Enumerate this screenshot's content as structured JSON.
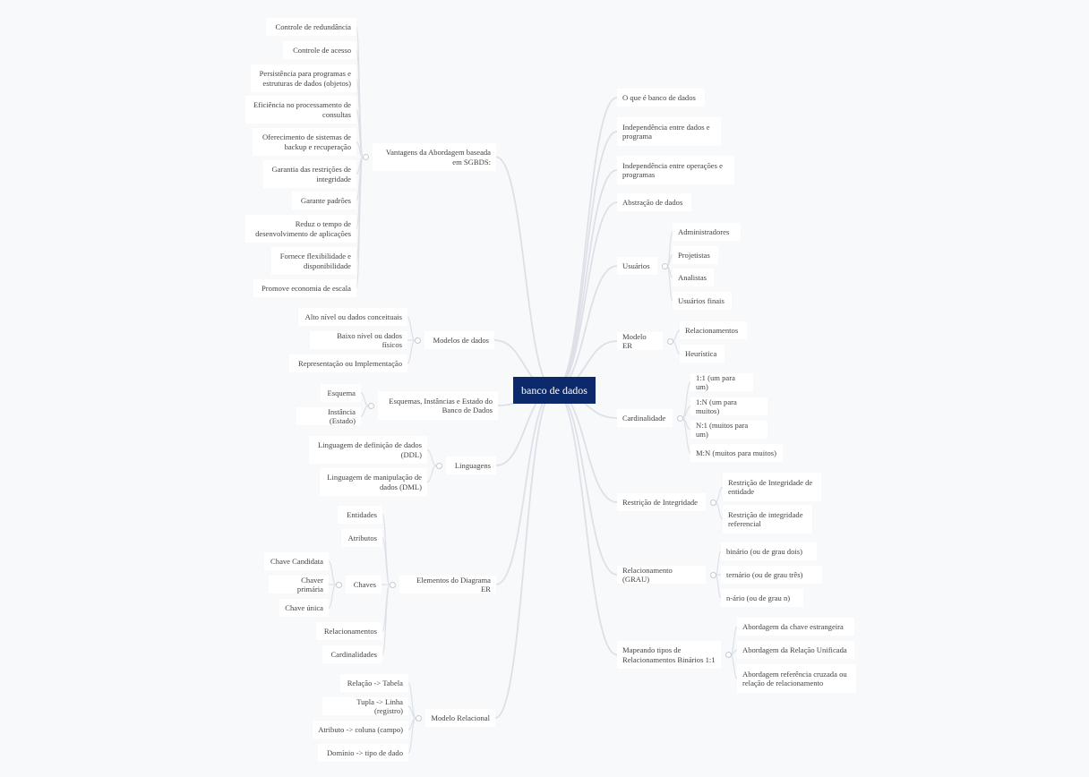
{
  "root": {
    "label": "banco de dados"
  },
  "left": [
    {
      "label": "Vantagens da Abordagem baseada em SGBDS:",
      "children": [
        "Controle de redundância",
        "Controle de acesso",
        "Persistência para programas e estruturas de dados (objetos)",
        "Eficiência no processamento de consultas",
        "Oferecimento de sistemas de backup e recuperação",
        "Garantia das restrições de integridade",
        "Garante padrões",
        "Reduz o tempo de desenvolvimento de aplicações",
        "Fornece flexibilidade e disponibilidade",
        "Promove economia de escala"
      ]
    },
    {
      "label": "Modelos de dados",
      "children": [
        "Alto nível ou dados conceituais",
        "Baixo nível ou dados físicos",
        "Representação ou Implementação"
      ]
    },
    {
      "label": "Esquemas, Instâncias e Estado do Banco de Dados",
      "children": [
        "Esquema",
        "Instância (Estado)"
      ]
    },
    {
      "label": "Linguagens",
      "children": [
        "Linguagem de definição de dados (DDL)",
        "Linguagem de manipulação de dados (DML)"
      ]
    },
    {
      "label": "Elementos do Diagrama ER",
      "children": [
        "Entidades",
        "Atributos",
        {
          "label": "Chaves",
          "children": [
            "Chave Candidata",
            "Chaver primária",
            "Chave única"
          ]
        },
        "Relacionamentos",
        "Cardinalidades"
      ]
    },
    {
      "label": "Modelo Relacional",
      "children": [
        "Relação -> Tabela",
        "Tupla -> Linha (registro)",
        "Atributo -> coluna (campo)",
        "Domínio -> tipo de dado"
      ]
    }
  ],
  "right": [
    {
      "label": "O que é banco de dados",
      "children": []
    },
    {
      "label": "Independência entre dados e programa",
      "children": []
    },
    {
      "label": "Independência entre operações e programas",
      "children": []
    },
    {
      "label": "Abstração de dados",
      "children": []
    },
    {
      "label": "Usuários",
      "children": [
        "Administradores",
        "Projetistas",
        "Analistas",
        "Usuários finais"
      ]
    },
    {
      "label": "Modelo ER",
      "children": [
        "Relacionamentos",
        "Heurística"
      ]
    },
    {
      "label": "Cardinalidade",
      "children": [
        "1:1 (um para um)",
        "1:N (um para muitos)",
        "N:1 (muitos para um)",
        "M:N (muitos para muitos)"
      ]
    },
    {
      "label": "Restrição de Integridade",
      "children": [
        "Restrição de Integridade de entidade",
        "Restrição de integridade referencial"
      ]
    },
    {
      "label": "Relacionamento (GRAU)",
      "children": [
        "binário (ou de grau dois)",
        "ternário (ou de grau três)",
        "n-ário (ou de grau n)"
      ]
    },
    {
      "label": "Mapeando tipos de Relacionamentos Binários 1:1",
      "children": [
        "Abordagem da chave estrangeira",
        "Abordagem da Relação Unificada",
        "Abordagem referência cruzada ou relação de relacionamento"
      ]
    }
  ],
  "colors": {
    "root_bg": "#0c2a6b",
    "edge": "#dde1e7",
    "node_bg": "#ffffff",
    "canvas_bg": "#f8f9fb"
  }
}
